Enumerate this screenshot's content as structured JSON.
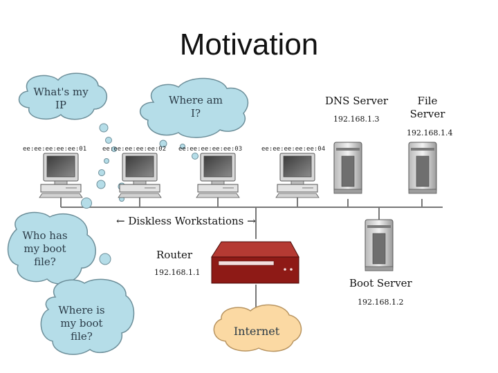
{
  "title": "Motivation",
  "clouds": {
    "whats_my_ip": "What's my IP",
    "where_am_i": "Where am I?",
    "who_has_boot": "Who has my boot file?",
    "where_is_boot": "Where is my boot file?",
    "internet": "Internet"
  },
  "workstations": {
    "macs": [
      "ee:ee:ee:ee:ee:01",
      "ee:ee:ee:ee:ee:02",
      "ee:ee:ee:ee:ee:03",
      "ee:ee:ee:ee:ee:04"
    ],
    "caption": "← Diskless Workstations →"
  },
  "servers": {
    "dns": {
      "label": "DNS Server",
      "ip": "192.168.1.3"
    },
    "file": {
      "label": "File Server",
      "ip": "192.168.1.4"
    },
    "boot": {
      "label": "Boot Server",
      "ip": "192.168.1.2"
    }
  },
  "router": {
    "label": "Router",
    "ip": "192.168.1.1"
  },
  "colors": {
    "cloud": "#b5dde8",
    "cloud_outline": "#6c8e99",
    "internet": "#fbd9a3",
    "router": "#8e1a16",
    "network_line": "#777777"
  }
}
